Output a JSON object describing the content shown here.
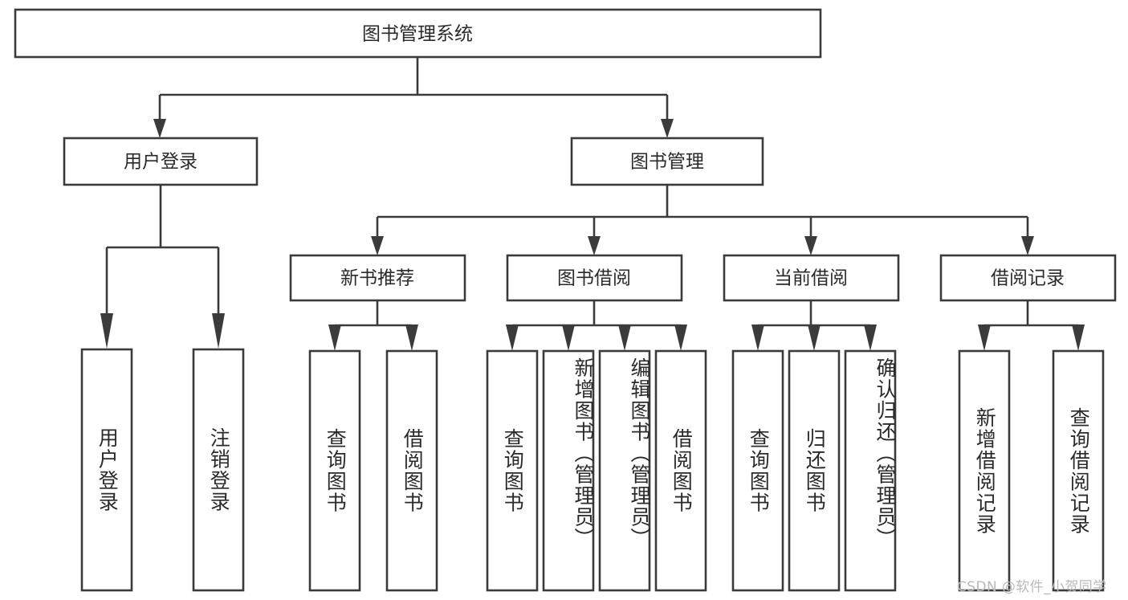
{
  "diagram": {
    "type": "tree",
    "title": "图书管理系统",
    "root": {
      "label": "图书管理系统",
      "children": [
        {
          "label": "用户登录",
          "children": [
            {
              "label": "用户登录"
            },
            {
              "label": "注销登录"
            }
          ]
        },
        {
          "label": "图书管理",
          "children": [
            {
              "label": "新书推荐",
              "children": [
                {
                  "label": "查询图书"
                },
                {
                  "label": "借阅图书"
                }
              ]
            },
            {
              "label": "图书借阅",
              "children": [
                {
                  "label": "查询图书"
                },
                {
                  "label": "新增图书（管理员）"
                },
                {
                  "label": "编辑图书（管理员）"
                },
                {
                  "label": "借阅图书"
                }
              ]
            },
            {
              "label": "当前借阅",
              "children": [
                {
                  "label": "查询图书"
                },
                {
                  "label": "归还图书"
                },
                {
                  "label": "确认归还（管理员）"
                }
              ]
            },
            {
              "label": "借阅记录",
              "children": [
                {
                  "label": "新增借阅记录"
                },
                {
                  "label": "查询借阅记录"
                }
              ]
            }
          ]
        }
      ]
    }
  },
  "nodes": {
    "root": "图书管理系统",
    "l2_user_login": "用户登录",
    "l2_book_manage": "图书管理",
    "l3_new_book": "新书推荐",
    "l3_borrow": "图书借阅",
    "l3_current": "当前借阅",
    "l3_record": "借阅记录",
    "leaf_user_login": "用户登录",
    "leaf_logout": "注销登录",
    "leaf_query_book_1": "查询图书",
    "leaf_borrow_book_1": "借阅图书",
    "leaf_query_book_2": "查询图书",
    "leaf_add_book": "新增图书（管理员）",
    "leaf_edit_book": "编辑图书（管理员）",
    "leaf_borrow_book_2": "借阅图书",
    "leaf_query_book_3": "查询图书",
    "leaf_return_book": "归还图书",
    "leaf_confirm_return": "确认归还（管理员）",
    "leaf_add_record": "新增借阅记录",
    "leaf_query_record": "查询借阅记录"
  },
  "watermark": {
    "text": "CSDN @软件_小贺同学"
  },
  "colors": {
    "stroke": "#3b3b3b",
    "fill": "#ffffff",
    "text": "#2a2a2a",
    "watermark": "#b9b9b9"
  }
}
